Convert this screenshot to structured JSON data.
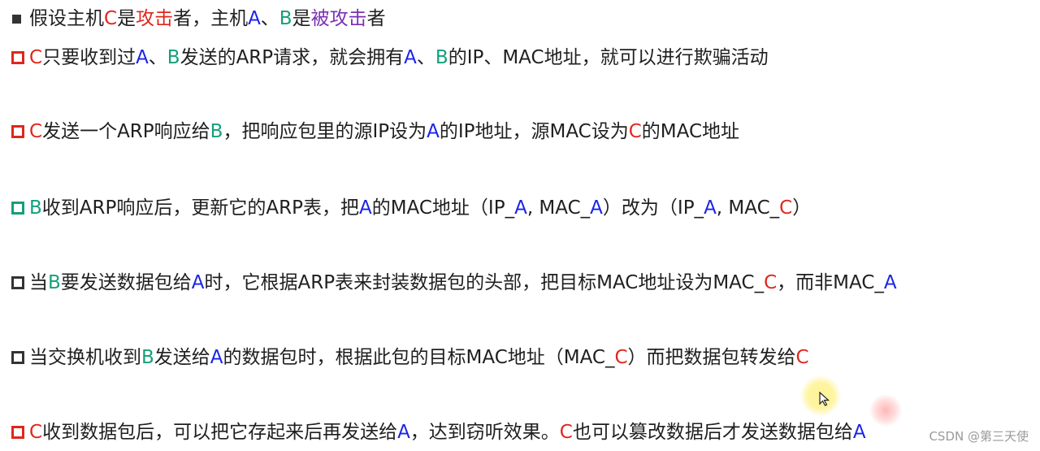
{
  "lines": [
    {
      "bullet": "square",
      "segments": [
        {
          "text": "假设主机",
          "color": "default"
        },
        {
          "text": "C",
          "color": "red"
        },
        {
          "text": "是",
          "color": "default"
        },
        {
          "text": "攻击",
          "color": "red"
        },
        {
          "text": "者，主机",
          "color": "default"
        },
        {
          "text": "A",
          "color": "blue"
        },
        {
          "text": "、",
          "color": "default"
        },
        {
          "text": "B",
          "color": "green"
        },
        {
          "text": "是",
          "color": "default"
        },
        {
          "text": "被攻击",
          "color": "purple"
        },
        {
          "text": "者",
          "color": "default"
        }
      ]
    },
    {
      "bullet": "box-red",
      "segments": [
        {
          "text": "C",
          "color": "red"
        },
        {
          "text": "只要收到过",
          "color": "default"
        },
        {
          "text": "A",
          "color": "blue"
        },
        {
          "text": "、",
          "color": "default"
        },
        {
          "text": "B",
          "color": "green"
        },
        {
          "text": "发送的ARP请求，就会拥有",
          "color": "default"
        },
        {
          "text": "A",
          "color": "blue"
        },
        {
          "text": "、",
          "color": "default"
        },
        {
          "text": "B",
          "color": "green"
        },
        {
          "text": "的IP、MAC地址，就可以进行欺骗活动",
          "color": "default"
        }
      ]
    },
    {
      "bullet": "box-red",
      "segments": [
        {
          "text": "C",
          "color": "red"
        },
        {
          "text": "发送一个ARP响应给",
          "color": "default"
        },
        {
          "text": "B",
          "color": "green"
        },
        {
          "text": "，把响应包里的源IP设为",
          "color": "default"
        },
        {
          "text": "A",
          "color": "blue"
        },
        {
          "text": "的IP地址，源MAC设为",
          "color": "default"
        },
        {
          "text": "C",
          "color": "red"
        },
        {
          "text": "的MAC地址",
          "color": "default"
        }
      ]
    },
    {
      "bullet": "box-green",
      "segments": [
        {
          "text": "B",
          "color": "green"
        },
        {
          "text": "收到ARP响应后，更新它的ARP表，把",
          "color": "default"
        },
        {
          "text": "A",
          "color": "blue"
        },
        {
          "text": "的MAC地址（IP_",
          "color": "default"
        },
        {
          "text": "A",
          "color": "blue"
        },
        {
          "text": ", MAC_",
          "color": "default"
        },
        {
          "text": "A",
          "color": "blue"
        },
        {
          "text": "）改为（IP_",
          "color": "default"
        },
        {
          "text": "A",
          "color": "blue"
        },
        {
          "text": ", MAC_",
          "color": "default"
        },
        {
          "text": "C",
          "color": "red"
        },
        {
          "text": "）",
          "color": "default"
        }
      ]
    },
    {
      "bullet": "box-dark",
      "segments": [
        {
          "text": "当",
          "color": "default"
        },
        {
          "text": "B",
          "color": "green"
        },
        {
          "text": "要发送数据包给",
          "color": "default"
        },
        {
          "text": "A",
          "color": "blue"
        },
        {
          "text": "时，它根据ARP表来封装数据包的头部，把目标MAC地址设为MAC_",
          "color": "default"
        },
        {
          "text": "C",
          "color": "red"
        },
        {
          "text": "，而非MAC_",
          "color": "default"
        },
        {
          "text": "A",
          "color": "blue"
        }
      ]
    },
    {
      "bullet": "box-dark",
      "segments": [
        {
          "text": "当交换机收到",
          "color": "default"
        },
        {
          "text": "B",
          "color": "green"
        },
        {
          "text": "发送给",
          "color": "default"
        },
        {
          "text": "A",
          "color": "blue"
        },
        {
          "text": "的数据包时，根据此包的目标MAC地址（MAC_",
          "color": "default"
        },
        {
          "text": "C",
          "color": "red"
        },
        {
          "text": "）而把数据包转发给",
          "color": "default"
        },
        {
          "text": "C",
          "color": "red"
        }
      ]
    },
    {
      "bullet": "box-red",
      "segments": [
        {
          "text": "C",
          "color": "red"
        },
        {
          "text": "收到数据包后，可以把它存起来后再发送给",
          "color": "default"
        },
        {
          "text": "A",
          "color": "blue"
        },
        {
          "text": "，达到窃听效果。",
          "color": "default"
        },
        {
          "text": "C",
          "color": "red"
        },
        {
          "text": "也可以篡改数据后才发送数据包给",
          "color": "default"
        },
        {
          "text": "A",
          "color": "blue"
        }
      ]
    }
  ],
  "watermark": "CSDN @第三天使",
  "colors": {
    "default": "#1f1f1f",
    "red": "#e0261c",
    "blue": "#1a24e8",
    "green": "#14a07a",
    "purple": "#7b2fb5"
  },
  "icons": {
    "cursor": "mouse-pointer-icon"
  }
}
